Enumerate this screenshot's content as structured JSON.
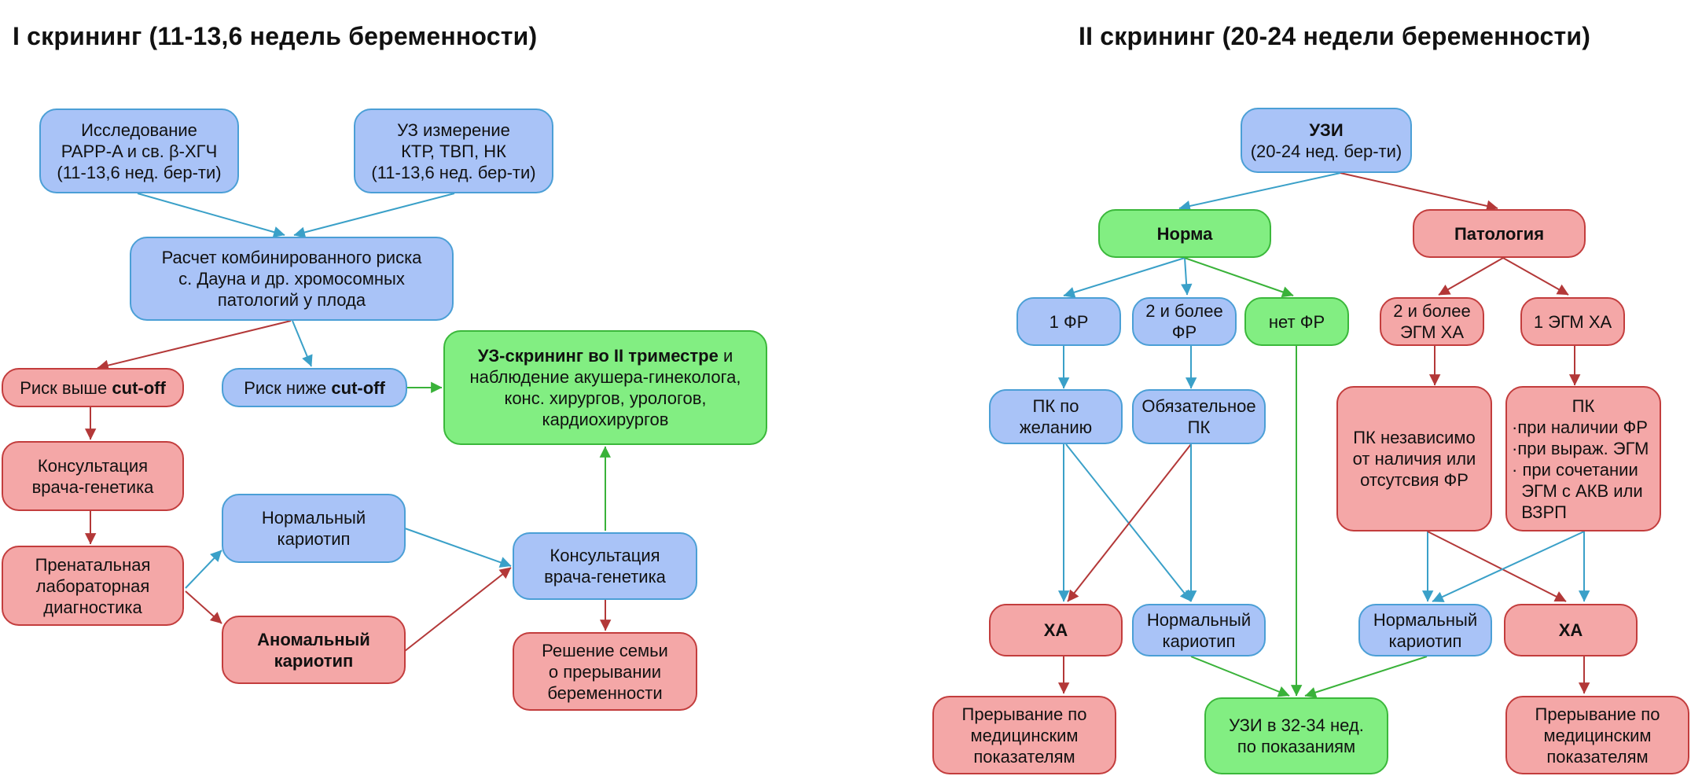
{
  "titles": {
    "left": "I скрининг (11-13,6 недель беременности)",
    "right": "II скрининг (20-24 недели беременности)"
  },
  "colors": {
    "blue_fill": "#a9c3f7",
    "blue_border": "#4b9fd6",
    "red_fill": "#f4a7a7",
    "red_border": "#c33d3d",
    "green_fill": "#82ee82",
    "green_border": "#3bb83b"
  },
  "first_screening": {
    "papp_study": [
      "Исследование",
      "PAPP-A и св. β-ХГЧ",
      "(11-13,6 нед. бер-ти)"
    ],
    "us_measure": [
      "УЗ измерение",
      "КТР, ТВП, НК",
      "(11-13,6 нед. бер-ти)"
    ],
    "risk_calc": [
      "Расчет комбинированного риска",
      "с. Дауна и др. хромосомных",
      "патологий у плода"
    ],
    "risk_high": {
      "pre": "Риск выше ",
      "bold": "cut-off"
    },
    "risk_low": {
      "pre": "Риск ниже ",
      "bold": "cut-off"
    },
    "us_screening": {
      "bold": "УЗ-скрининг во II триместре",
      "rest1": " и",
      "rest2": "наблюдение акушера-гинеколога,",
      "rest3": "конс. хирургов, урологов,",
      "rest4": "кардиохирургов"
    },
    "genetic_consult_1": [
      "Консультация",
      "врача-генетика"
    ],
    "prenatal_lab": [
      "Пренатальная",
      "лабораторная",
      "диагностика"
    ],
    "normal_karyotype": [
      "Нормальный",
      "кариотип"
    ],
    "abnormal_karyotype": [
      "Аномальный",
      "кариотип"
    ],
    "genetic_consult_2": [
      "Консультация",
      "врача-генетика"
    ],
    "family_decision": [
      "Решение семьи",
      "о прерывании",
      "беременности"
    ]
  },
  "second_screening": {
    "us": [
      "УЗИ",
      "(20-24 нед. бер-ти)"
    ],
    "norm": "Норма",
    "pathology": "Патология",
    "one_rf": "1 ФР",
    "two_rf": [
      "2 и более",
      "ФР"
    ],
    "no_rf": "нет ФР",
    "two_egm": [
      "2 и более",
      "ЭГМ ХА"
    ],
    "one_egm": "1 ЭГМ ХА",
    "pk_wish": [
      "ПК по",
      "желанию"
    ],
    "pk_mandatory": [
      "Обязательное",
      "ПК"
    ],
    "pk_independent": [
      "ПК независимо",
      "от наличия или",
      "отсутсвия ФР"
    ],
    "pk_conditions": {
      "head": "ПК",
      "items": [
        "·при наличии ФР",
        "·при выраж. ЭГМ",
        "· при сочетании",
        "  ЭГМ с АКВ или",
        "  ВЗРП"
      ]
    },
    "xa_left": "ХА",
    "normal_karyotype_left": [
      "Нормальный",
      "кариотип"
    ],
    "normal_karyotype_right": [
      "Нормальный",
      "кариотип"
    ],
    "xa_right": "ХА",
    "termination_left": [
      "Прерывание по",
      "медицинским",
      "показателям"
    ],
    "us_32_34": [
      "УЗИ в 32-34 нед.",
      "по показаниям"
    ],
    "termination_right": [
      "Прерывание по",
      "медицинским",
      "показателям"
    ]
  }
}
